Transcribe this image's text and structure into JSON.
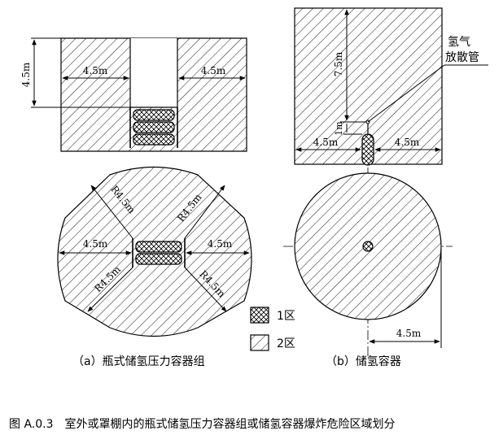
{
  "dims": {
    "d45": "4.5m",
    "d75": "7.5m",
    "d1": "1m",
    "r45": "R4.5m"
  },
  "labels": {
    "hydrogen_vent": [
      "氢气",
      "放散管"
    ],
    "legend_zone1": "1区",
    "legend_zone2": "2区",
    "caption_a": "（a）瓶式储氢压力容器组",
    "caption_b": "（b）储氢容器",
    "figure_caption": "图 A.0.3　室外或罩棚内的瓶式储氢压力容器组或储氢容器爆炸危险区域划分"
  }
}
